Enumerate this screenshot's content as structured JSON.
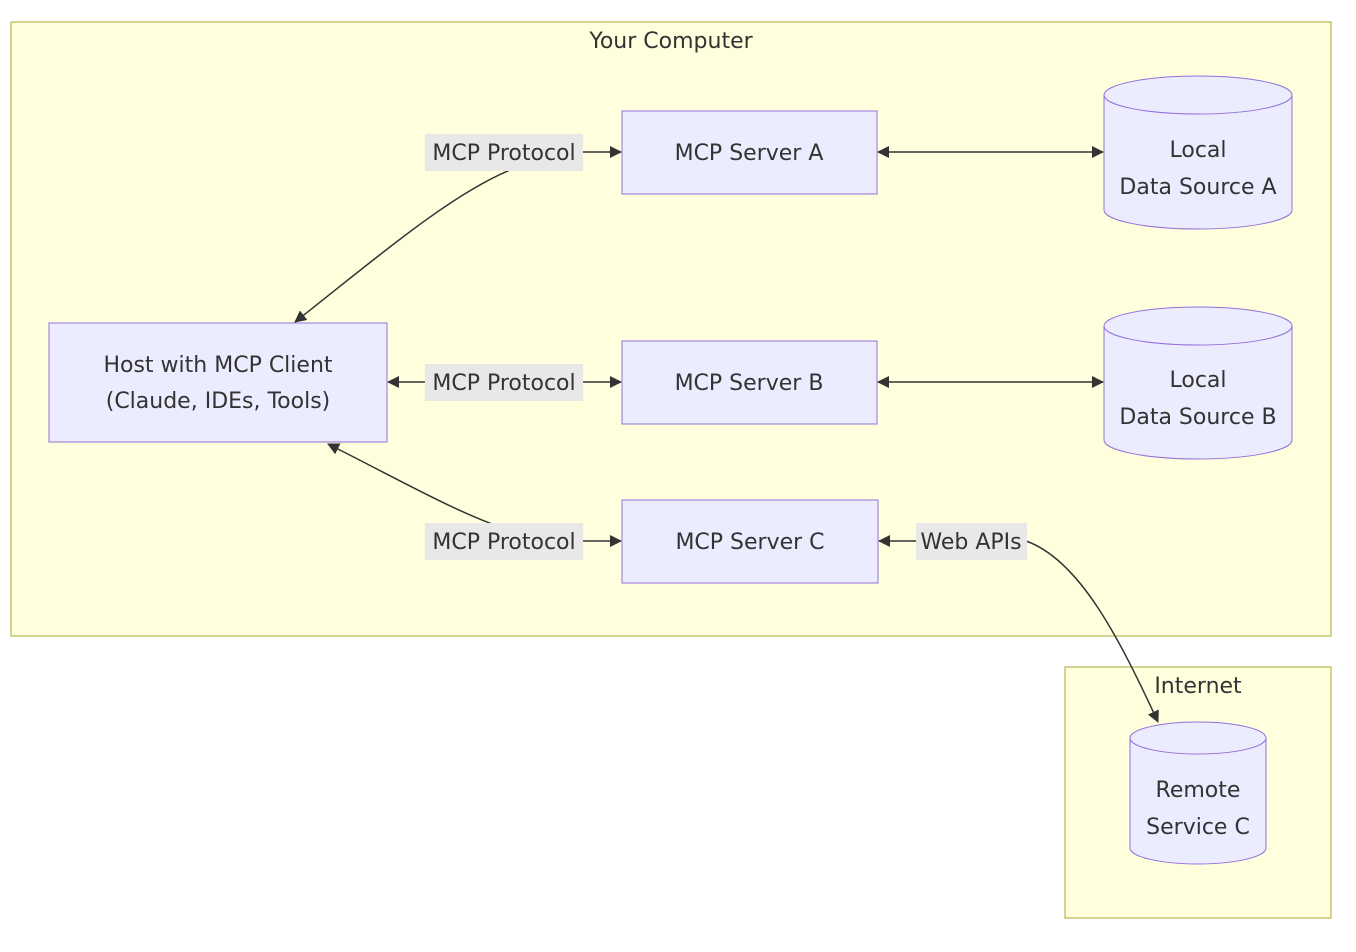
{
  "clusters": {
    "your_computer": {
      "label": "Your Computer"
    },
    "internet": {
      "label": "Internet"
    }
  },
  "nodes": {
    "host": {
      "lines": [
        "Host with MCP Client",
        "(Claude, IDEs, Tools)"
      ]
    },
    "server_a": {
      "lines": [
        "MCP Server A"
      ]
    },
    "server_b": {
      "lines": [
        "MCP Server B"
      ]
    },
    "server_c": {
      "lines": [
        "MCP Server C"
      ]
    },
    "data_a": {
      "lines": [
        "Local",
        "Data Source A"
      ]
    },
    "data_b": {
      "lines": [
        "Local",
        "Data Source B"
      ]
    },
    "remote_c": {
      "lines": [
        "Remote",
        "Service C"
      ]
    }
  },
  "edges": {
    "host_a": {
      "label": "MCP Protocol"
    },
    "host_b": {
      "label": "MCP Protocol"
    },
    "host_c": {
      "label": "MCP Protocol"
    },
    "a_data": {
      "label": ""
    },
    "b_data": {
      "label": ""
    },
    "c_remote": {
      "label": "Web APIs"
    }
  },
  "colors": {
    "cluster_fill": "#ffffde",
    "cluster_stroke": "#aaaa33",
    "node_fill": "#ececff",
    "node_stroke": "#9370db",
    "edge_stroke": "#333333",
    "edge_label_bg": "#e8e8e8",
    "text": "#333333"
  }
}
